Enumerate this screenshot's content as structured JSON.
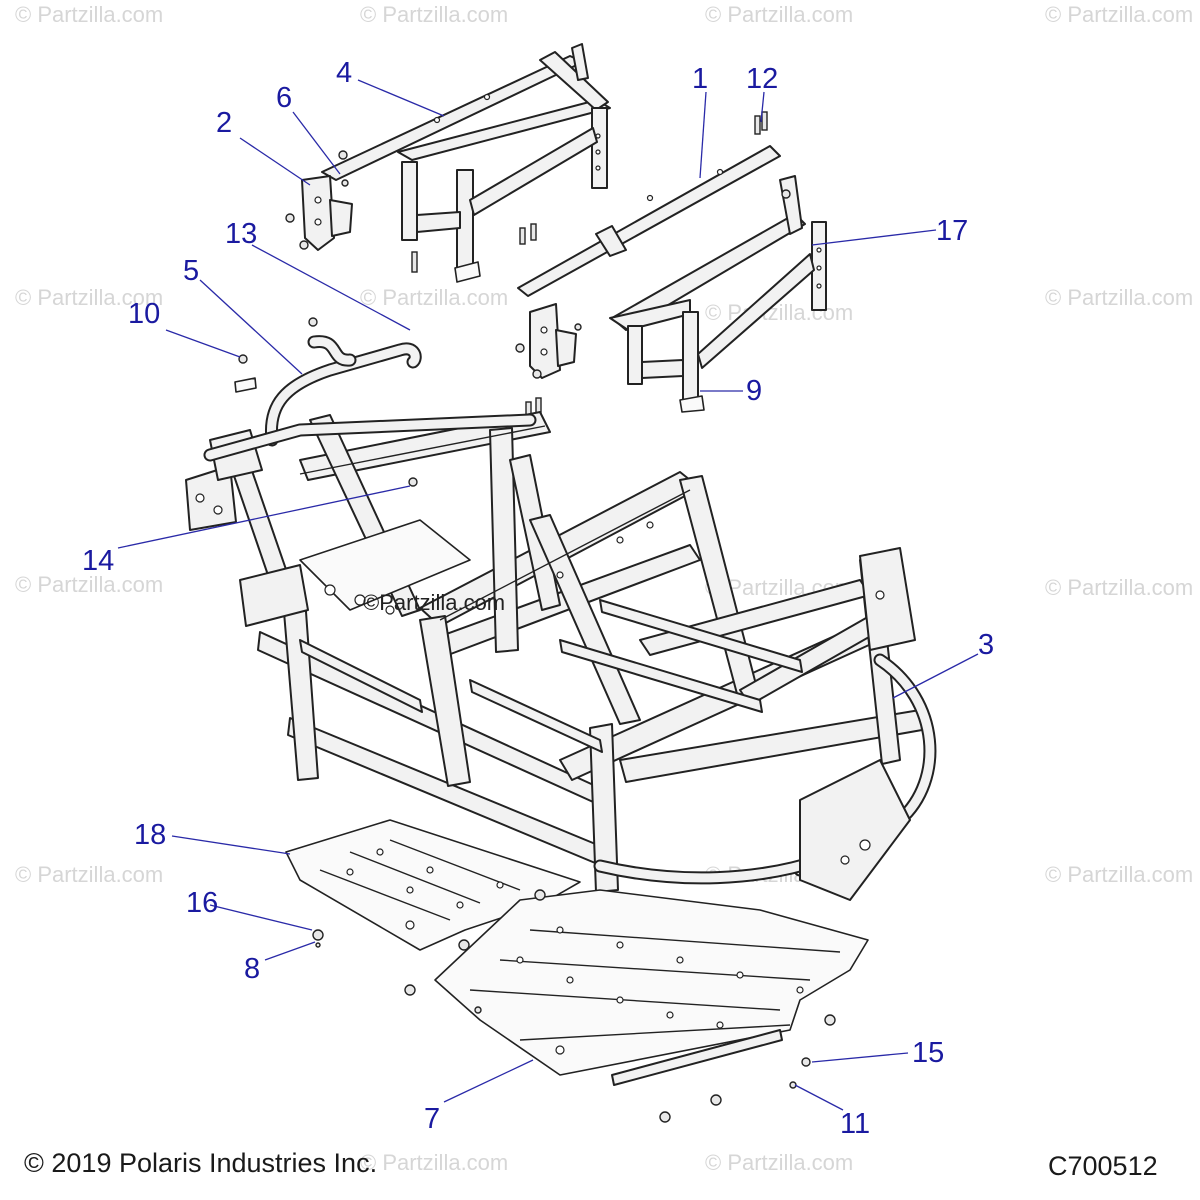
{
  "watermark": {
    "text": "© Partzilla.com",
    "center_text": "©Partzilla.com"
  },
  "footer": {
    "copyright": "© 2019 Polaris Industries Inc.",
    "diagram_code": "C700512"
  },
  "callouts": [
    {
      "id": "c1",
      "label": "1"
    },
    {
      "id": "c2",
      "label": "2"
    },
    {
      "id": "c3",
      "label": "3"
    },
    {
      "id": "c4",
      "label": "4"
    },
    {
      "id": "c5",
      "label": "5"
    },
    {
      "id": "c6",
      "label": "6"
    },
    {
      "id": "c7",
      "label": "7"
    },
    {
      "id": "c8",
      "label": "8"
    },
    {
      "id": "c9",
      "label": "9"
    },
    {
      "id": "c10",
      "label": "10"
    },
    {
      "id": "c11",
      "label": "11"
    },
    {
      "id": "c12",
      "label": "12"
    },
    {
      "id": "c13",
      "label": "13"
    },
    {
      "id": "c14",
      "label": "14"
    },
    {
      "id": "c15",
      "label": "15"
    },
    {
      "id": "c16",
      "label": "16"
    },
    {
      "id": "c17",
      "label": "17"
    },
    {
      "id": "c18",
      "label": "18"
    }
  ],
  "colors": {
    "callout": "#1a1aa0",
    "line_art": "#222222",
    "watermark": "#d6d6d6",
    "background": "#ffffff"
  }
}
